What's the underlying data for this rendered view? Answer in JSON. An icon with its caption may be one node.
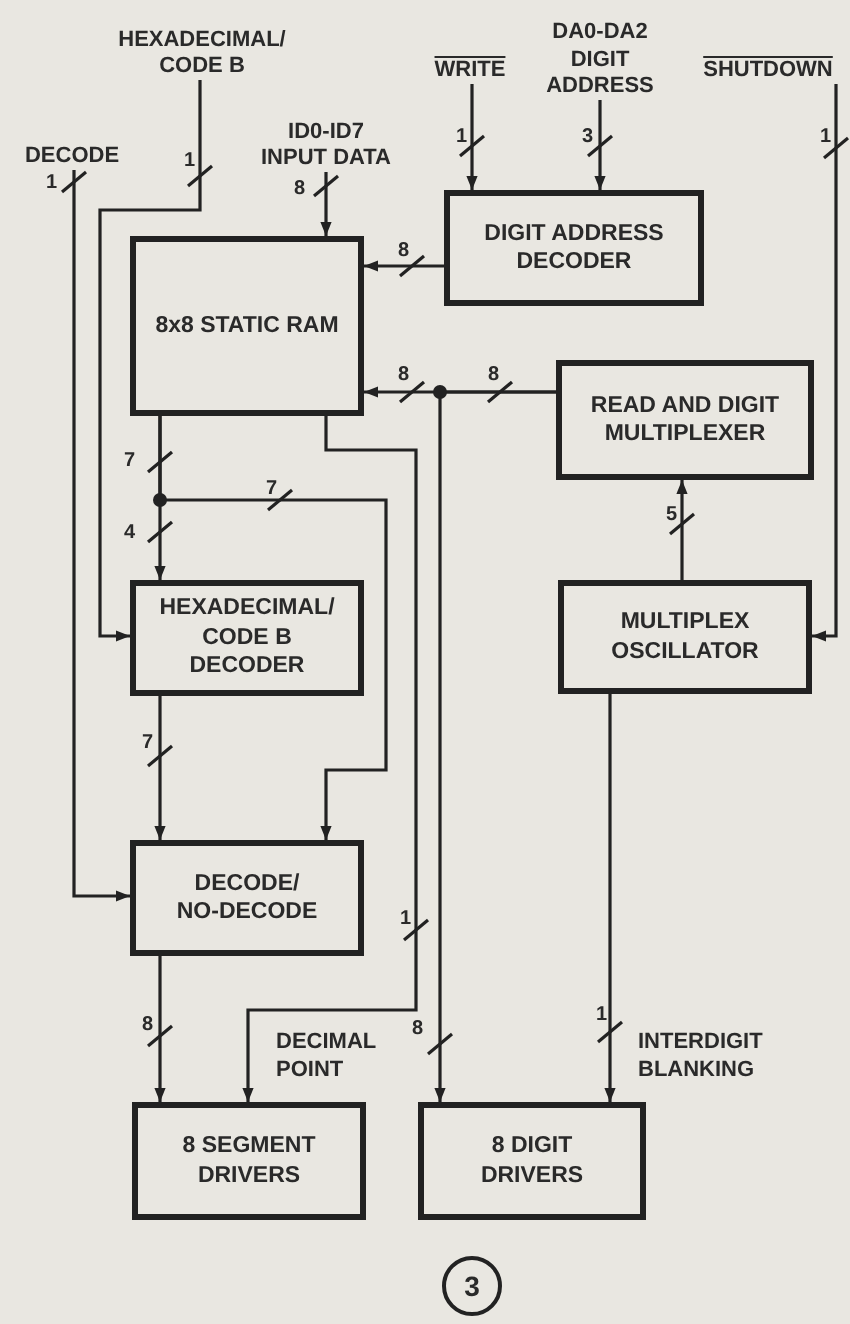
{
  "diagram": {
    "nodes": [
      {
        "text": [
          "8x8 STATIC RAM"
        ]
      },
      {
        "text": [
          "DIGIT ADDRESS DECODER"
        ]
      },
      {
        "text": [
          "READ AND DIGIT MULTIPLEXER"
        ]
      },
      {
        "text": [
          "HEXADECIMAL/ CODE B DECODER"
        ]
      },
      {
        "text": [
          "MULTIPLEX OSCILLATOR"
        ]
      },
      {
        "text": [
          "DECODE/ NO-DECODE"
        ]
      },
      {
        "text": [
          "8 SEGMENT DRIVERS"
        ]
      },
      {
        "text": [
          "8 DIGIT DRIVERS"
        ]
      },
      {
        "text": [
          "HEXADECIMAL/ CODE B"
        ]
      },
      {
        "text": [
          "DECODE"
        ]
      },
      {
        "text": [
          "ID0-ID7 INPUT DATA"
        ]
      },
      {
        "text": [
          "WRITE"
        ]
      },
      {
        "text": [
          "DA0-DA2 DIGIT ADDRESS"
        ]
      },
      {
        "text": [
          "SHUTDOWN"
        ]
      }
    ],
    "edges": [
      {
        "from": 8,
        "to": 3,
        "arrow": "to",
        "label": "1"
      },
      {
        "from": 9,
        "to": 5,
        "arrow": "to",
        "label": "1"
      },
      {
        "from": 10,
        "to": 0,
        "arrow": "to",
        "label": "8"
      },
      {
        "from": 11,
        "to": 1,
        "arrow": "to",
        "label": "1"
      },
      {
        "from": 12,
        "to": 1,
        "arrow": "to",
        "label": "3"
      },
      {
        "from": 13,
        "to": 4,
        "arrow": "to",
        "label": "1"
      },
      {
        "from": 1,
        "to": 0,
        "arrow": "to",
        "label": "8"
      },
      {
        "from": 2,
        "to": 0,
        "arrow": "to",
        "label": "8"
      },
      {
        "from": 2,
        "to": 7,
        "arrow": "to",
        "label": "8"
      },
      {
        "from": 0,
        "to": 3,
        "arrow": "to",
        "label": "4"
      },
      {
        "from": 0,
        "to": 5,
        "arrow": "to",
        "label": "7"
      },
      {
        "from": 3,
        "to": 5,
        "arrow": "to",
        "label": "7"
      },
      {
        "from": 0,
        "to": 6,
        "arrow": "to",
        "label": "1"
      },
      {
        "from": 5,
        "to": 6,
        "arrow": "to",
        "label": "8"
      },
      {
        "from": 4,
        "to": 2,
        "arrow": "to",
        "label": "5"
      },
      {
        "from": 4,
        "to": 7,
        "arrow": "to",
        "label": "1"
      }
    ],
    "labels": [
      "8",
      "7",
      "DECIMAL POINT",
      "INTERDIGIT BLANKING",
      "3"
    ]
  }
}
